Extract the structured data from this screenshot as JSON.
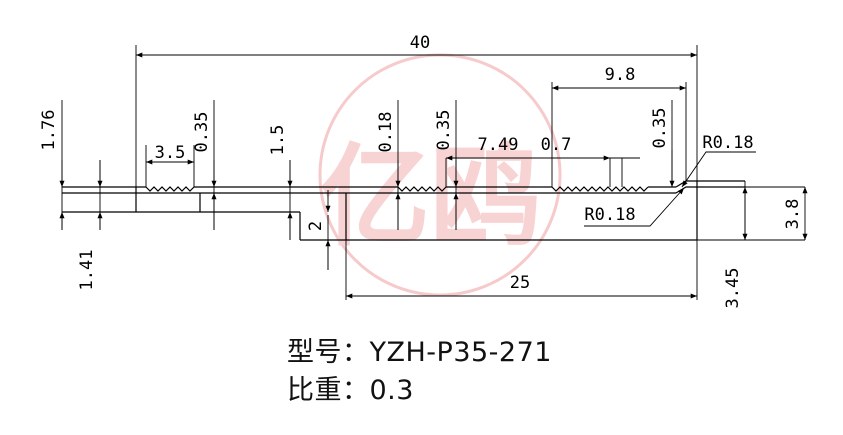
{
  "watermark": {
    "text": "亿鸥",
    "color": "#f0a0a0"
  },
  "dimensions": {
    "width": "40",
    "right_section": "9.8",
    "height_left": "1.76",
    "pitch_left": "3.5",
    "depth_left": "0.35",
    "slot_height": "1.5",
    "depth_mid": "0.18",
    "depth_mid2": "0.35",
    "tooth_span": "7.49",
    "tooth_gap": "0.7",
    "depth_right": "0.35",
    "radius_top": "R0.18",
    "radius_bottom": "R0.18",
    "step": "2",
    "thickness_left": "1.41",
    "base_width": "25",
    "height_right": "3.8",
    "height_right_inner": "3.45"
  },
  "caption": {
    "model_label": "型号：",
    "model_value": "YZH-P35-271",
    "weight_label": "比重：",
    "weight_value": "0.3"
  }
}
